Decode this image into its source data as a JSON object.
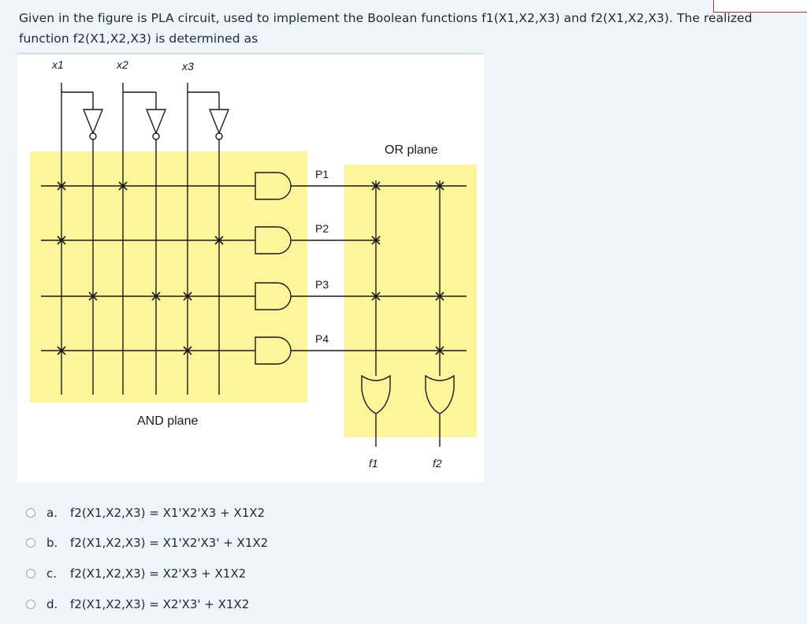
{
  "question": {
    "text": "Given in the figure is PLA circuit, used to implement the Boolean functions f1(X1,X2,X3) and f2(X1,X2,X3). The realized function f2(X1,X2,X3) is determined as"
  },
  "figure": {
    "inputs": [
      "x1",
      "x2",
      "x3"
    ],
    "products": [
      "P1",
      "P2",
      "P3",
      "P4"
    ],
    "outputs": [
      "f1",
      "f2"
    ],
    "and_plane_label": "AND plane",
    "or_plane_label": "OR plane",
    "plane_color": "#fdf59a"
  },
  "options": [
    {
      "letter": "a.",
      "text": "f2(X1,X2,X3) = X1'X2'X3 + X1X2"
    },
    {
      "letter": "b.",
      "text": "f2(X1,X2,X3) = X1'X2'X3' + X1X2"
    },
    {
      "letter": "c.",
      "text": "f2(X1,X2,X3) = X2'X3 + X1X2"
    },
    {
      "letter": "d.",
      "text": "f2(X1,X2,X3) = X2'X3' + X1X2"
    }
  ]
}
